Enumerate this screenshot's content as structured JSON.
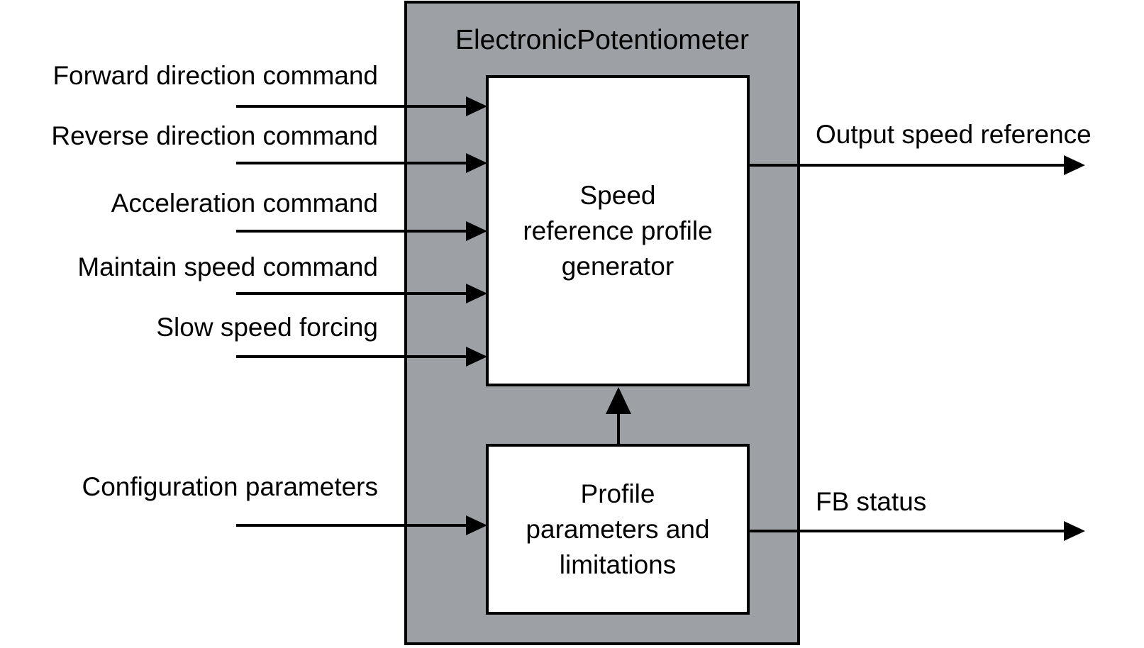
{
  "diagram": {
    "title": "ElectronicPotentiometer",
    "blocks": {
      "generator": {
        "label": "Speed\nreference profile\ngenerator"
      },
      "profile": {
        "label": "Profile\nparameters and\nlimitations"
      }
    },
    "inputs": [
      {
        "label": "Forward direction command"
      },
      {
        "label": "Reverse direction command"
      },
      {
        "label": "Acceleration command"
      },
      {
        "label": "Maintain speed command"
      },
      {
        "label": "Slow speed forcing"
      },
      {
        "label": "Configuration parameters"
      }
    ],
    "outputs": [
      {
        "label": "Output speed reference"
      },
      {
        "label": "FB status"
      }
    ],
    "colors": {
      "block_fill": "#9DA0A5",
      "inner_block_fill": "#FFFFFF",
      "line": "#000000"
    }
  }
}
